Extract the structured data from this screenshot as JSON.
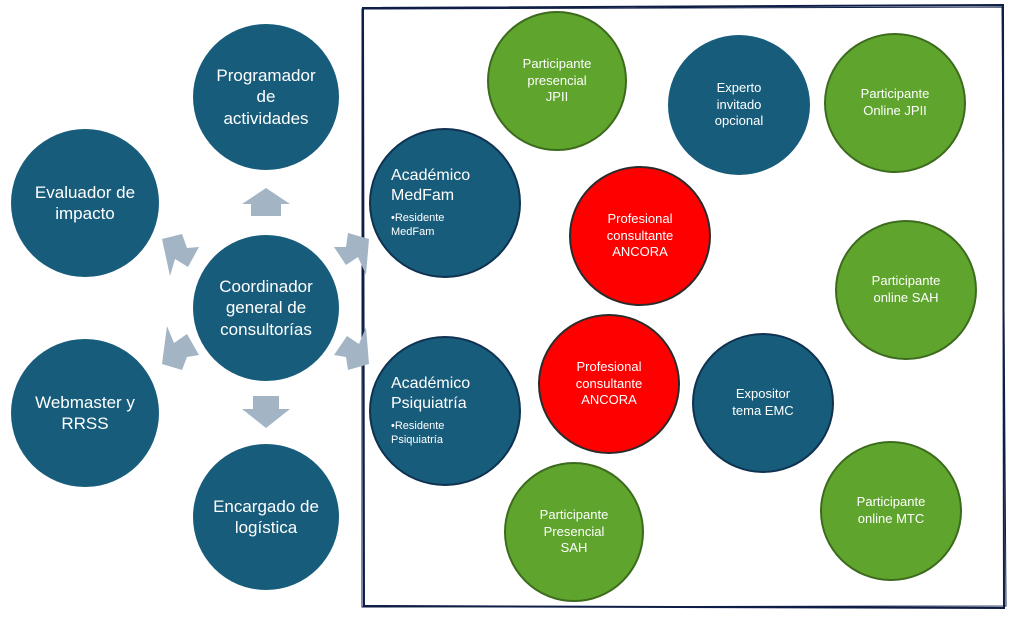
{
  "hub": {
    "center": "Coordinador\ngeneral de\nconsultorías",
    "top": "Programador\nde\nactividades",
    "upper_left": "Evaluador de\nimpacto",
    "lower_left": "Webmaster y\nRRSS",
    "bottom": "Encargado de\nlogística"
  },
  "academics": {
    "medfam": {
      "title": "Académico\nMedFam",
      "bullet": "•Residente\nMedFam"
    },
    "psiquiatria": {
      "title": "Académico\nPsiquiatría",
      "bullet": "•Residente\nPsiquiatría"
    }
  },
  "nodes": {
    "participante_presencial_jpii": "Participante\npresencial\nJPII",
    "experto_invitado": "Experto\ninvitado\nopcional",
    "participante_online_jpii": "Participante\nOnline JPII",
    "profesional_ancora_1": "Profesional\nconsultante\nANCORA",
    "participante_online_sah": "Participante\nonline SAH",
    "profesional_ancora_2": "Profesional\nconsultante\nANCORA",
    "expositor_emc": "Expositor\ntema EMC",
    "participante_online_mtc": "Participante\nonline  MTC",
    "participante_presencial_sah": "Participante\nPresencial\nSAH"
  },
  "colors": {
    "blue": "#175c7b",
    "green": "#5fa52d",
    "red": "#ff0000",
    "arrow": "#a3b4c4",
    "frame": "#0f1e46"
  }
}
